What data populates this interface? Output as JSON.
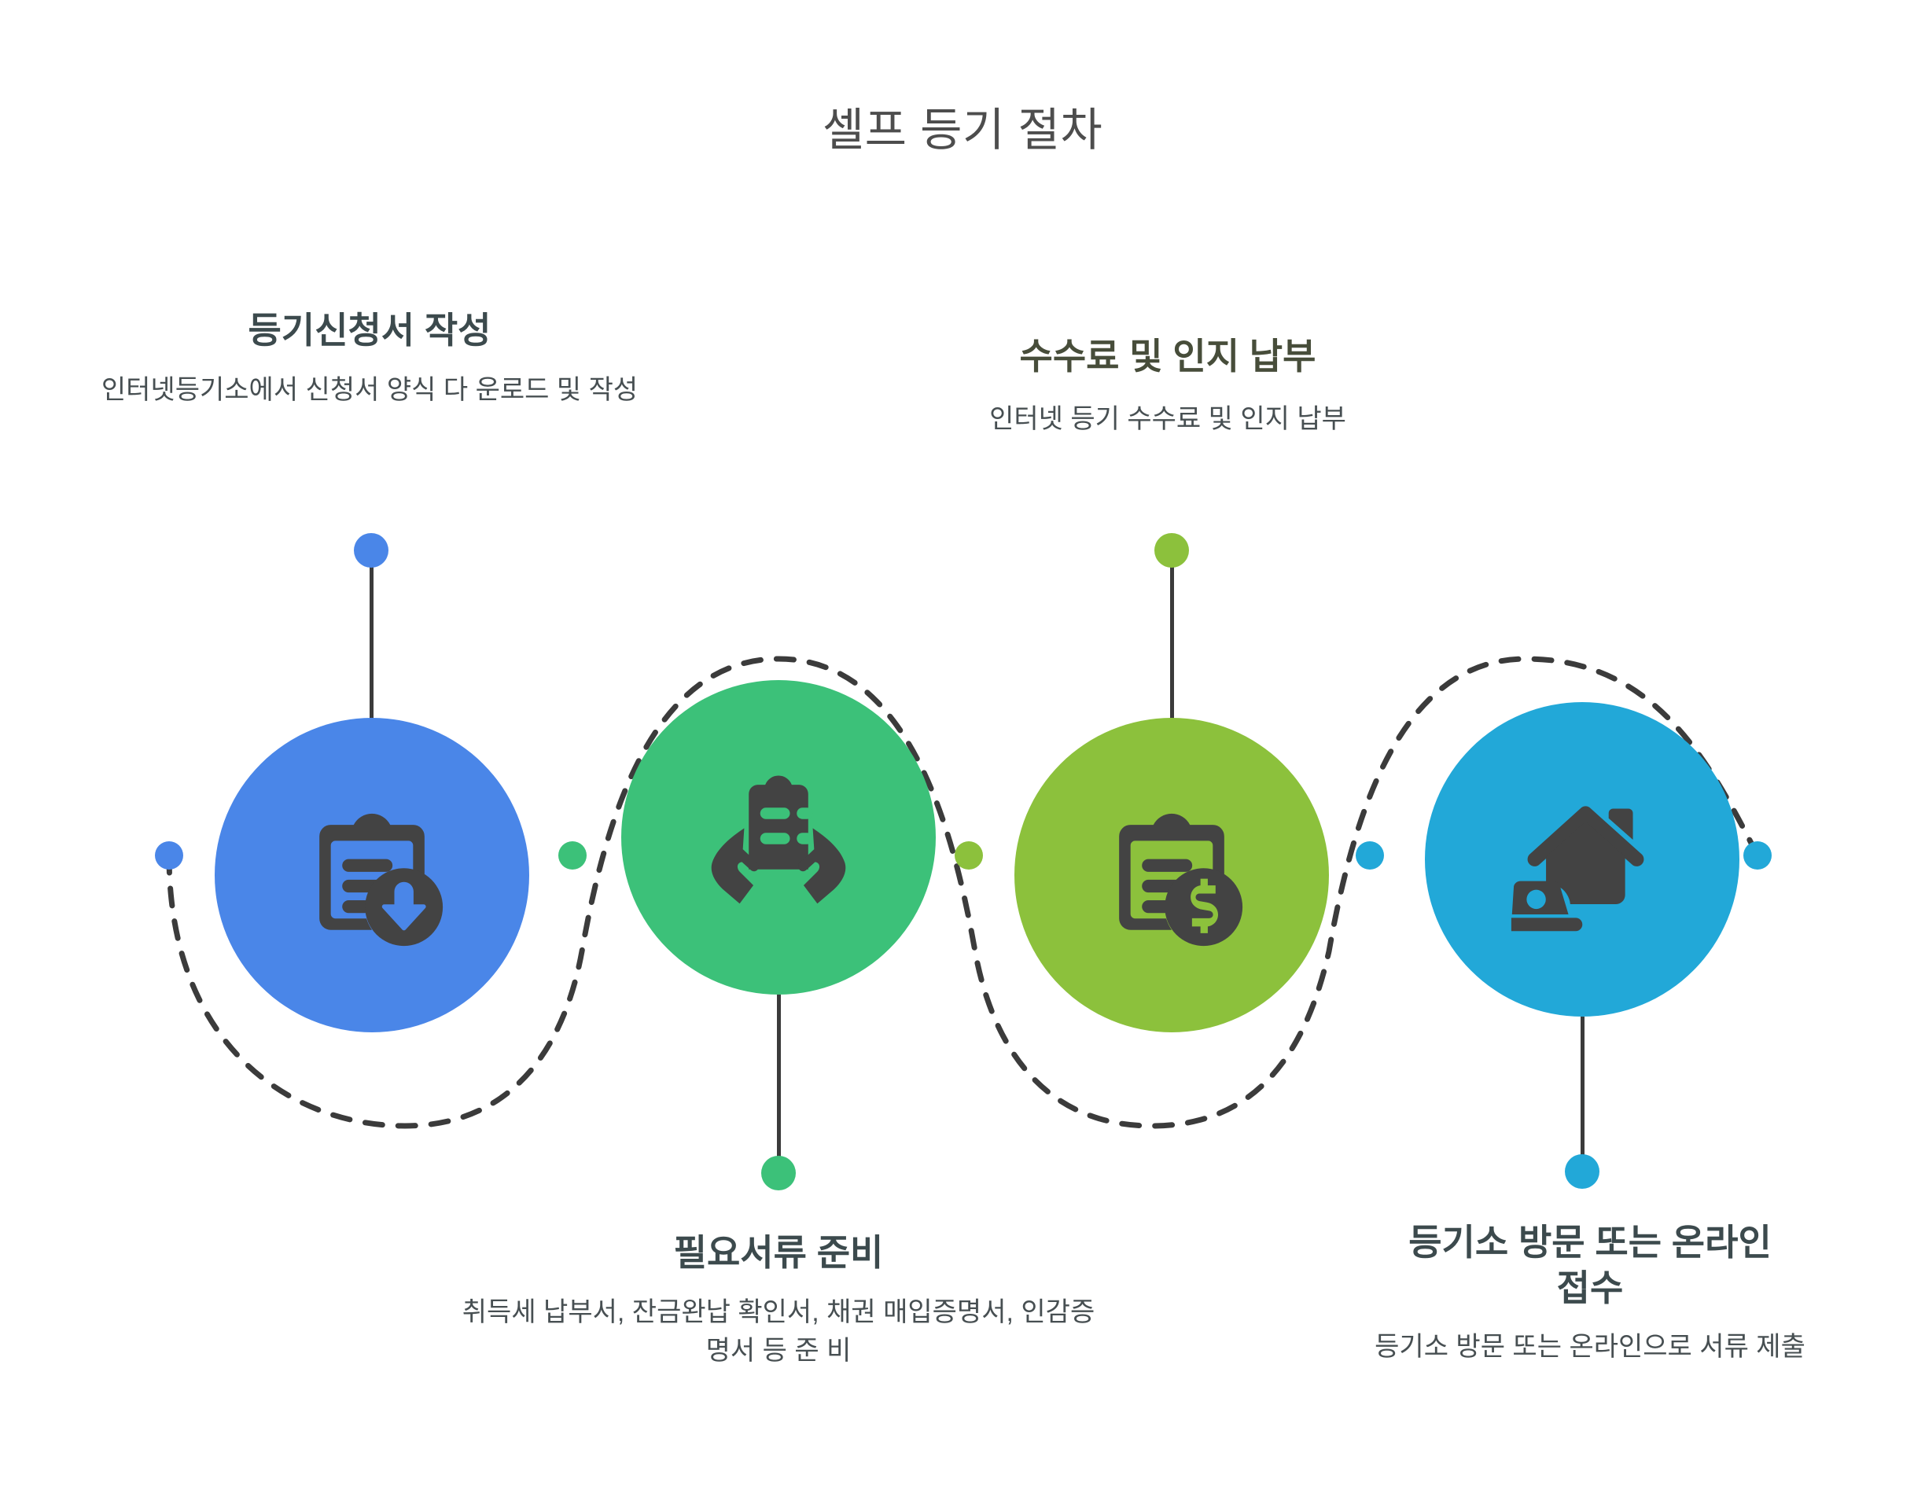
{
  "header": {
    "title": "셀프 등기 절차"
  },
  "colors": {
    "step1": "#4a86e8",
    "step2": "#3cc179",
    "step3": "#8cc13c",
    "step4": "#22a8d8",
    "icon": "#434343",
    "path": "#3b3b3b",
    "title_text": "#4d4d4d",
    "step_title_text": "#3c4a4d",
    "step_desc_text": "#474f52",
    "background": "#ffffff"
  },
  "path": {
    "style": "dashed",
    "dash": "22 20",
    "width": 7,
    "color": "#3b3b3b"
  },
  "steps": [
    {
      "index": 1,
      "title": "등기신청서 작성",
      "description": "인터넷등기소에서 신청서 양식 다\n운로드 및 작성",
      "color": "#4a86e8",
      "icon": "clipboard-download-icon",
      "label_position": "top"
    },
    {
      "index": 2,
      "title": "필요서류 준비",
      "description": "취득세 납부서, 잔금완납 확인서,\n채권 매입증명서, 인감증명서 등 준\n비",
      "color": "#3cc179",
      "icon": "hands-holding-document-icon",
      "label_position": "bottom"
    },
    {
      "index": 3,
      "title": "수수료 및 인지 납부",
      "description": "인터넷 등기 수수료 및 인지 납부",
      "color": "#8cc13c",
      "icon": "clipboard-dollar-icon",
      "label_position": "top"
    },
    {
      "index": 4,
      "title": "등기소 방문 또는 온라인\n접수",
      "description": "등기소 방문 또는 온라인으로 서류\n제출",
      "color": "#22a8d8",
      "icon": "house-laptop-icon",
      "label_position": "bottom"
    }
  ],
  "path_dots": [
    {
      "name": "path-dot-start",
      "color": "#4a86e8"
    },
    {
      "name": "path-dot-1-2",
      "color": "#3cc179"
    },
    {
      "name": "path-dot-2-3",
      "color": "#8cc13c"
    },
    {
      "name": "path-dot-3-4",
      "color": "#22a8d8"
    },
    {
      "name": "path-dot-end",
      "color": "#22a8d8"
    }
  ]
}
